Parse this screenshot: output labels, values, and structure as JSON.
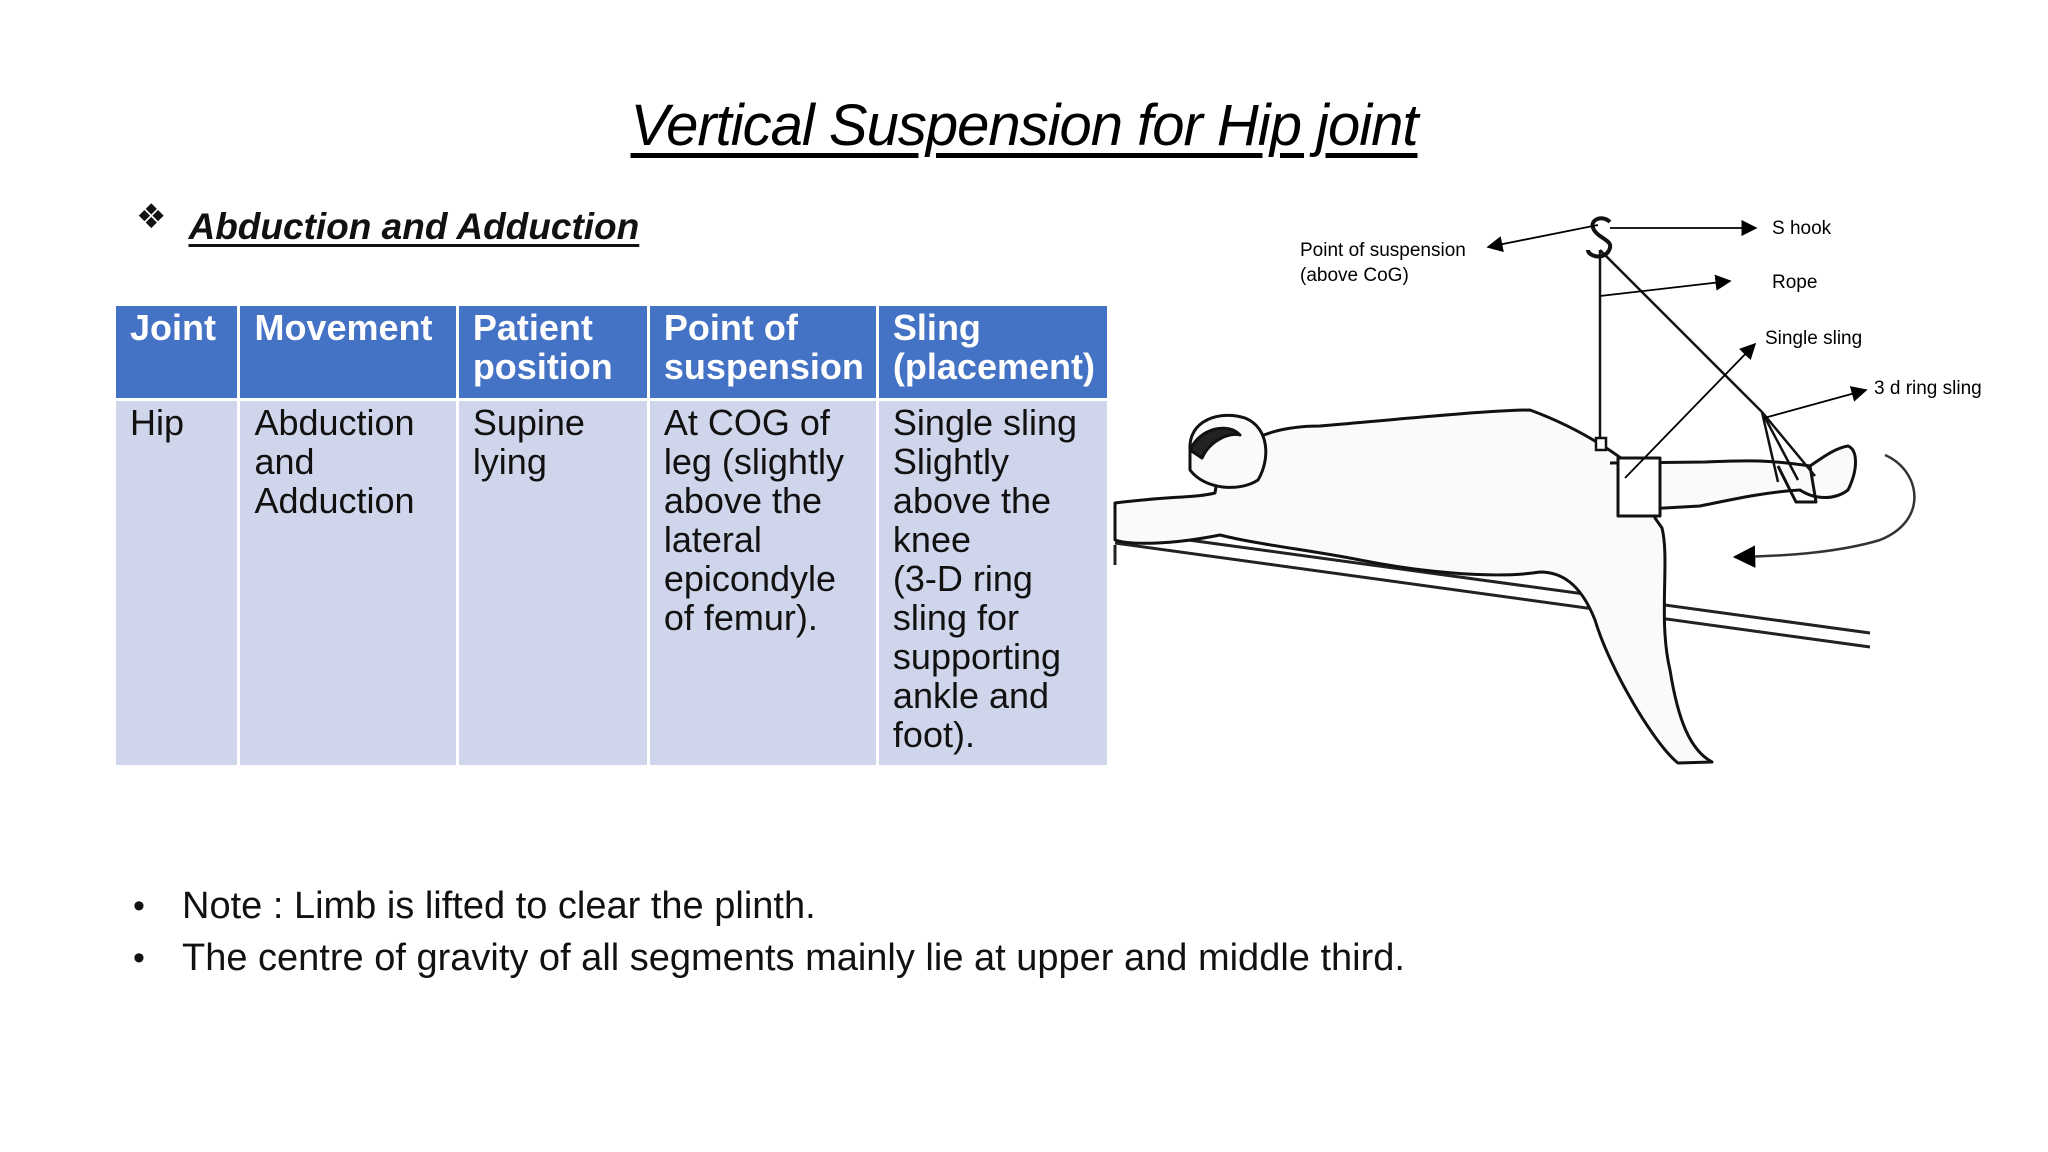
{
  "slide": {
    "title": "Vertical Suspension for Hip joint",
    "subheading": "Abduction and Adduction"
  },
  "table": {
    "headers": [
      [
        "Joint"
      ],
      [
        "Movement"
      ],
      [
        "Patient",
        "position"
      ],
      [
        "Point of",
        "suspension"
      ],
      [
        "Sling",
        "(placement)"
      ]
    ],
    "row": [
      [
        "Hip"
      ],
      [
        "Abduction",
        "and",
        "Adduction"
      ],
      [
        "Supine",
        "lying"
      ],
      [
        "At COG of",
        "leg (slightly",
        "above the",
        "lateral",
        "epicondyle",
        "of femur)."
      ],
      [
        "Single sling",
        "Slightly",
        "above the",
        "knee",
        "(3-D ring",
        "sling for",
        "supporting",
        "ankle and",
        "foot)."
      ]
    ]
  },
  "notes": [
    "Note : Limb is lifted to clear the plinth.",
    "The centre of gravity of all segments mainly lie at upper and middle third."
  ],
  "figure": {
    "labels": {
      "point_of_suspension_1": "Point of suspension",
      "point_of_suspension_2": "(above CoG)",
      "s_hook": "S hook",
      "rope": "Rope",
      "single_sling": "Single sling",
      "ring_sling": "3 d ring sling"
    }
  }
}
